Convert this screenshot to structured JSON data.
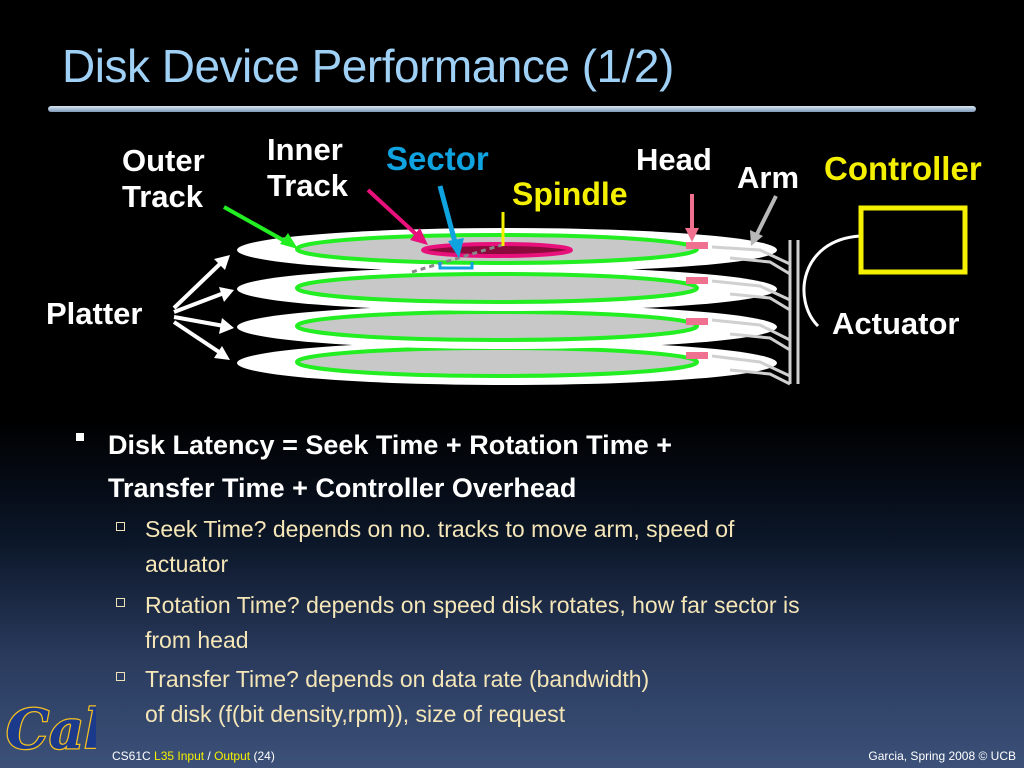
{
  "slide": {
    "title": "Disk Device Performance (1/2)"
  },
  "diagram": {
    "outer_track_line1": "Outer",
    "outer_track_line2": "Track",
    "inner_track_line1": "Inner",
    "inner_track_line2": "Track",
    "sector": "Sector",
    "spindle": "Spindle",
    "head": "Head",
    "arm": "Arm",
    "controller": "Controller",
    "platter": "Platter",
    "actuator": "Actuator",
    "colors": {
      "track": "#22ee22",
      "inner_track": "#e8107a",
      "sector_arrow": "#0fa3e0",
      "spindle": "#f4f000",
      "head": "#f07090",
      "controller_box": "#f4f000",
      "platter_fill": "#ffffff",
      "platter_surface": "#c8c8c8"
    }
  },
  "bullets": {
    "main_line1": "Disk Latency = Seek Time + Rotation Time +",
    "main_line2": "Transfer Time + Controller Overhead",
    "sub": [
      {
        "line1": "Seek Time? depends on no. tracks to move arm, speed of",
        "line2": "actuator"
      },
      {
        "line1": "Rotation Time? depends on speed disk rotates, how far sector is",
        "line2": "from head"
      },
      {
        "line1": "Transfer Time? depends on data rate (bandwidth)",
        "line2": "of disk (f(bit density,rpm)), size of request"
      }
    ]
  },
  "logo": {
    "text": "Cal"
  },
  "footer": {
    "course": "CS61C",
    "lecture": "L35 Input",
    "separator": " / ",
    "topic": "Output",
    "page": "(24)",
    "credit": "Garcia, Spring 2008 © UCB"
  }
}
